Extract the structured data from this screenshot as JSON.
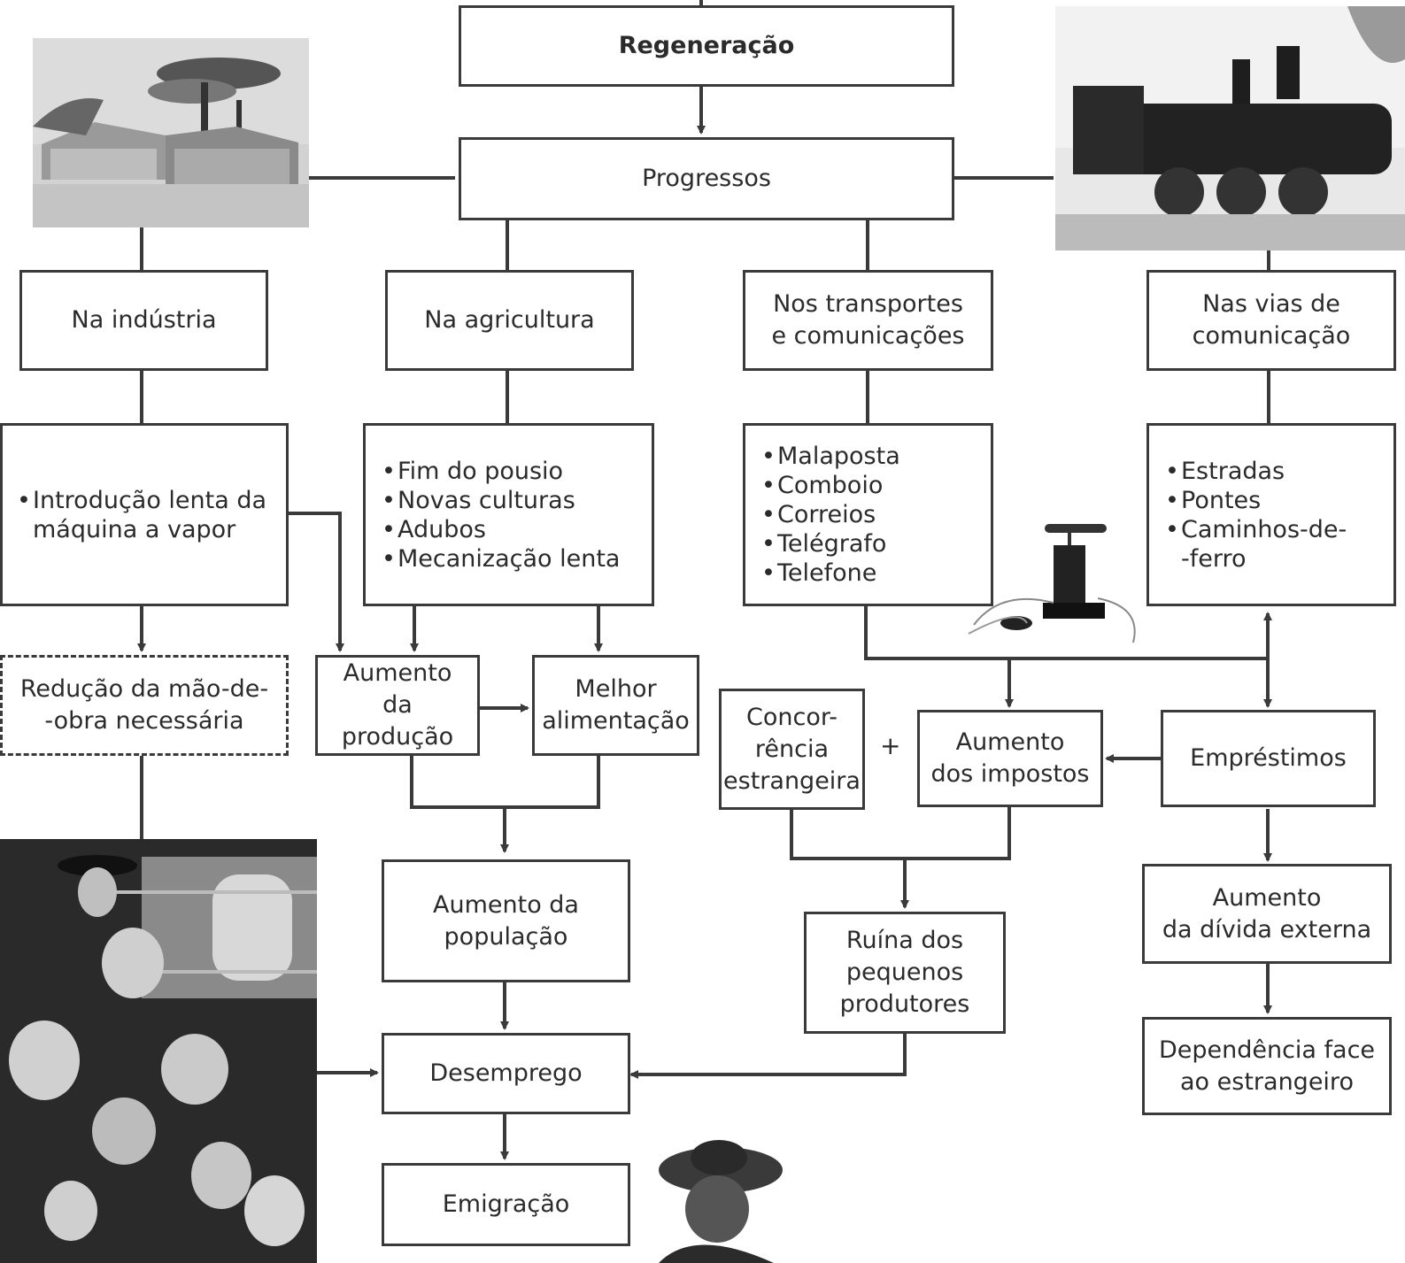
{
  "title": "Regeneração",
  "nodes": {
    "progressos": "Progressos",
    "na_industria": "Na indústria",
    "na_agricultura": "Na agricultura",
    "nos_transportes": "Nos transportes\ne comunicações",
    "nas_vias": "Nas vias de\ncomunicação",
    "industria_items": [
      "Introdução lenta da máquina a vapor"
    ],
    "agricultura_items": [
      "Fim do pousio",
      "Novas culturas",
      "Adubos",
      "Mecanização lenta"
    ],
    "transportes_items": [
      "Malaposta",
      "Comboio",
      "Correios",
      "Telégrafo",
      "Telefone"
    ],
    "vias_items": [
      "Estradas",
      "Pontes",
      "Caminhos-de-\n-ferro"
    ],
    "reducao": "Redução da mão-de-\n-obra necessária",
    "aumento_producao": "Aumento\nda produção",
    "melhor_alimentacao": "Melhor\nalimentação",
    "concorrencia": "Concor-\nrência\nestrangeira",
    "plus": "+",
    "aumento_impostos": "Aumento\ndos impostos",
    "emprestimos": "Empréstimos",
    "aumento_populacao": "Aumento da\npopulação",
    "ruina": "Ruína dos\npequenos\nprodutores",
    "aumento_divida": "Aumento\nda dívida externa",
    "desemprego": "Desemprego",
    "dependencia": "Dependência face\nao estrangeiro",
    "emigracao": "Emigração"
  },
  "colors": {
    "line": "#3a3a3a",
    "box_border": "#3a3a3a"
  },
  "icons": [
    "factory-illustration",
    "steam-locomotive-photo",
    "antique-telephone-icon",
    "emigrants-photo",
    "man-with-hat-photo"
  ]
}
